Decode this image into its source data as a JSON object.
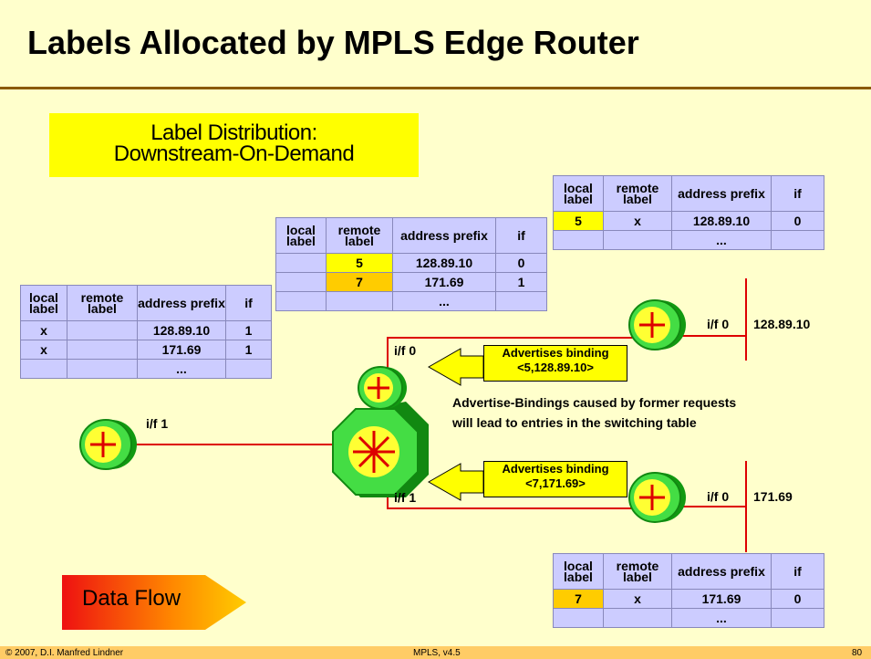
{
  "title": "Labels Allocated by MPLS Edge Router",
  "label_distribution": {
    "line1": "Label Distribution:",
    "line2": "Downstream-On-Demand"
  },
  "table_headers": {
    "local": "local label",
    "remote": "remote label",
    "address": "address prefix",
    "if": "if"
  },
  "table_edge": {
    "rows": [
      [
        "x",
        "",
        "128.89.10",
        "1"
      ],
      [
        "x",
        "",
        "171.69",
        "1"
      ],
      [
        "",
        "",
        "...",
        ""
      ]
    ]
  },
  "table_core": {
    "rows": [
      [
        "",
        "5",
        "128.89.10",
        "0"
      ],
      [
        "",
        "7",
        "171.69",
        "1"
      ],
      [
        "",
        "",
        "...",
        ""
      ]
    ]
  },
  "table_top_right": {
    "rows": [
      [
        "5",
        "x",
        "128.89.10",
        "0"
      ],
      [
        "",
        "",
        "...",
        ""
      ]
    ]
  },
  "table_bottom_right": {
    "rows": [
      [
        "7",
        "x",
        "171.69",
        "0"
      ],
      [
        "",
        "",
        "...",
        ""
      ]
    ]
  },
  "interfaces": {
    "core_if0": "i/f 0",
    "core_if1": "i/f 1",
    "edge_if1": "i/f 1",
    "top_router_if0": "i/f 0",
    "bottom_router_if0": "i/f 0"
  },
  "networks": {
    "top": "128.89.10",
    "bottom": "171.69"
  },
  "advertise_top": {
    "line1": "Advertises binding",
    "line2": "<5,128.89.10>"
  },
  "advertise_bottom": {
    "line1": "Advertises binding",
    "line2": "<7,171.69>"
  },
  "info_text": {
    "line1": "Advertise-Bindings caused by former requests",
    "line2": "will lead to entries  in the switching table"
  },
  "data_flow": "Data Flow",
  "footer": {
    "left": "© 2007, D.I. Manfred Lindner",
    "mid": "MPLS, v4.5",
    "right": "80"
  },
  "colors": {
    "background": "#ffffcc",
    "table": "#ccccff",
    "highlight_yellow": "#ffff00",
    "highlight_orange": "#ffcc00",
    "link": "#dd0000",
    "router_green": "#33cc33"
  }
}
